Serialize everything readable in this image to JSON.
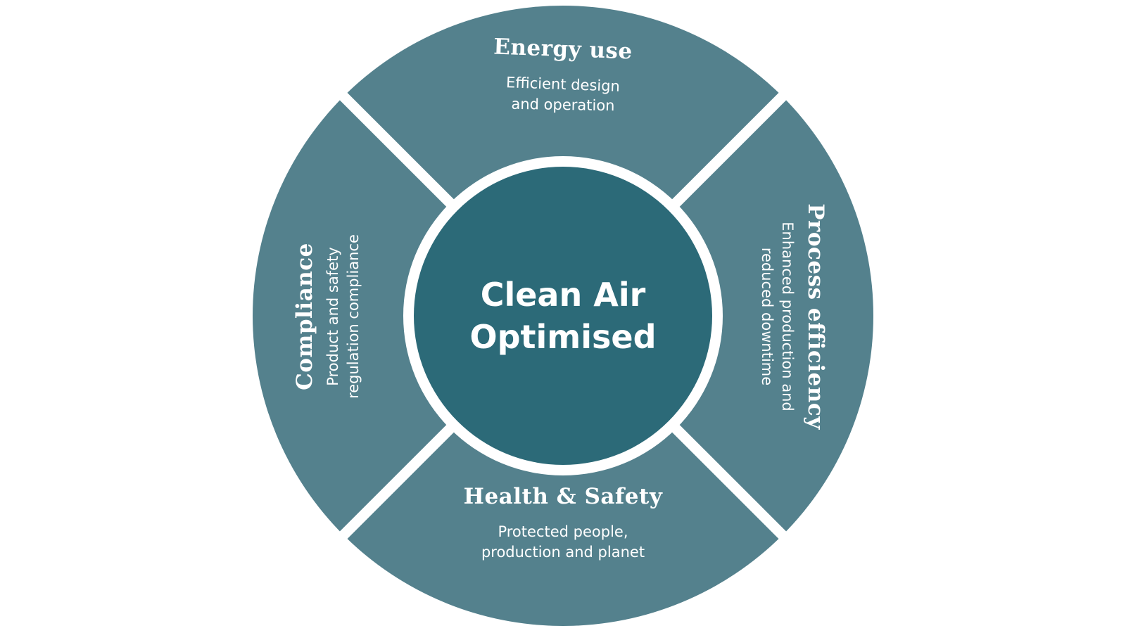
{
  "diagram": {
    "center": {
      "line1": "Clean Air",
      "line2": "Optimised"
    },
    "segments": [
      {
        "id": "top",
        "title": "Energy use",
        "subtitle_line1": "Efficient design",
        "subtitle_line2": "and operation"
      },
      {
        "id": "right",
        "title": "Process efficiency",
        "subtitle_line1": "Enhanced production and",
        "subtitle_line2": "reduced downtime"
      },
      {
        "id": "bottom",
        "title": "Health & Safety",
        "subtitle_line1": "Protected people,",
        "subtitle_line2": "production and planet"
      },
      {
        "id": "left",
        "title": "Compliance",
        "subtitle_line1": "Product and safety",
        "subtitle_line2": "regulation compliance"
      }
    ],
    "colors": {
      "outer_ring": "#54818D",
      "center": "#2C6A78",
      "background": "#FFFFFF",
      "text": "#FFFFFF"
    }
  }
}
